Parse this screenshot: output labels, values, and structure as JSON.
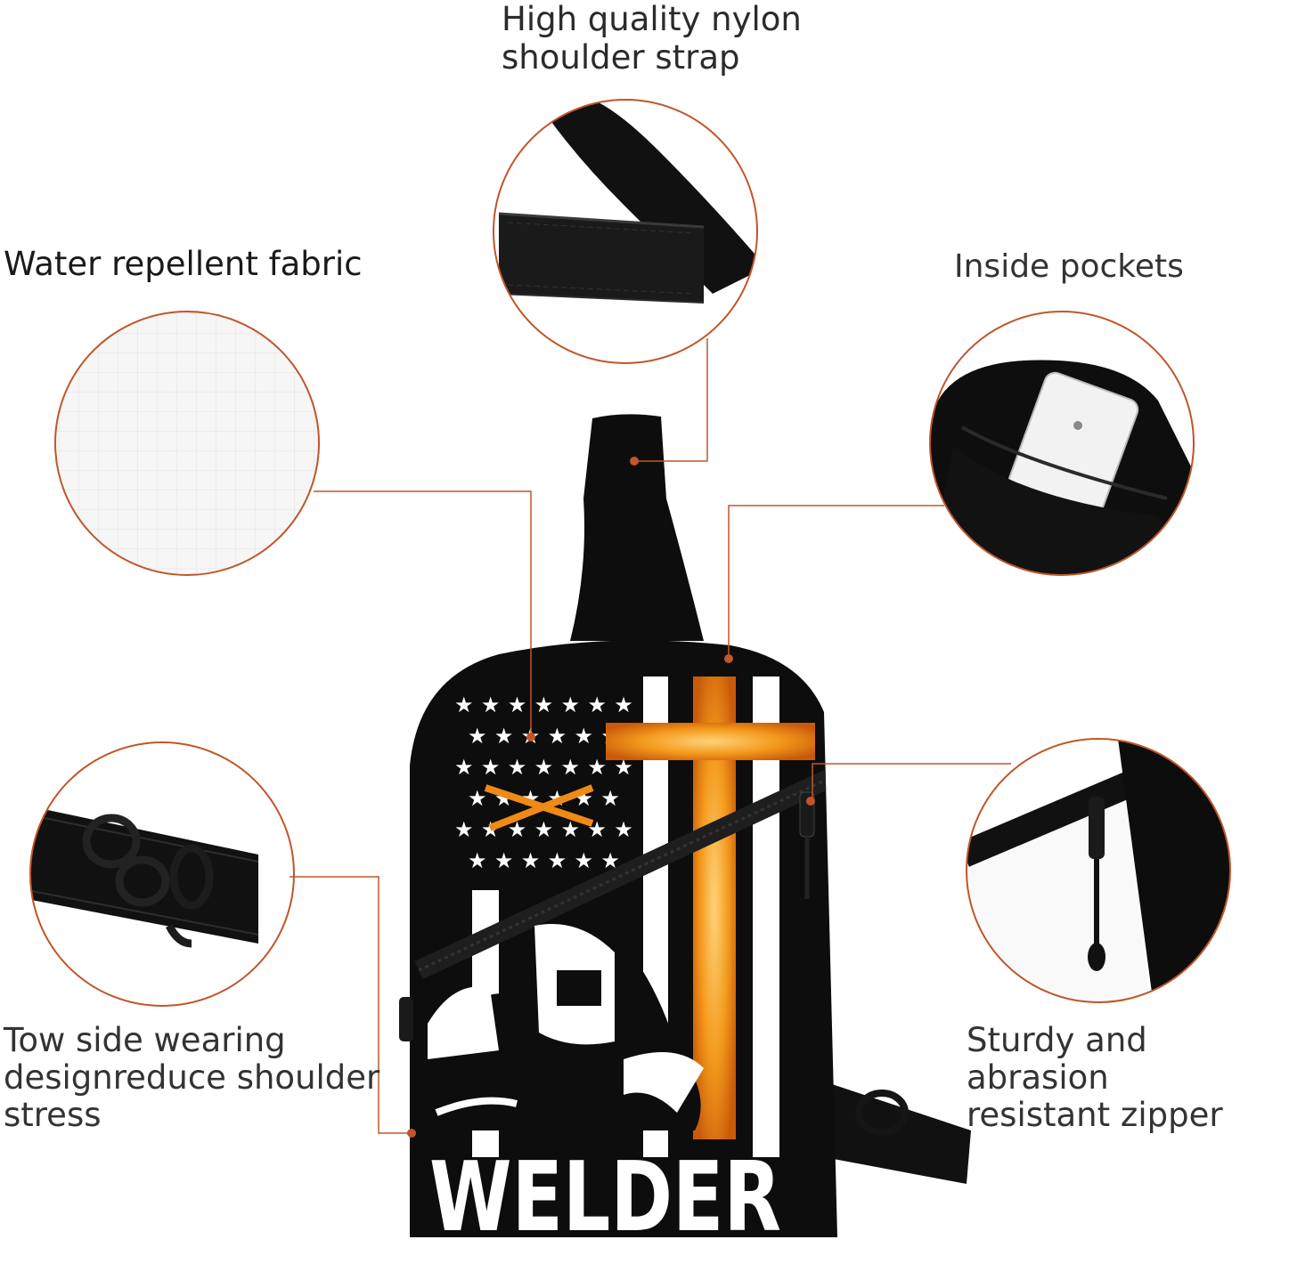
{
  "features": {
    "strap": "High quality nylon\nshoulder strap",
    "fabric": "Water repellent fabric",
    "pockets": "Inside pockets",
    "wearing": "Tow side wearing\ndesignreduce shoulder\nstress",
    "zipper": "Sturdy and abrasion\nresistant zipper"
  },
  "bag": {
    "print_text": "WELDER"
  },
  "colors": {
    "accent": "#c0562a",
    "bag": "#0d0d0d",
    "flame": "#f08a16"
  },
  "icons": {
    "detail_strap": "nylon-strap-closeup",
    "detail_fabric": "ripstop-fabric-closeup",
    "detail_pockets": "inner-pocket-phone-closeup",
    "detail_buckle": "strap-buckle-closeup",
    "detail_zipper": "zipper-closeup"
  }
}
